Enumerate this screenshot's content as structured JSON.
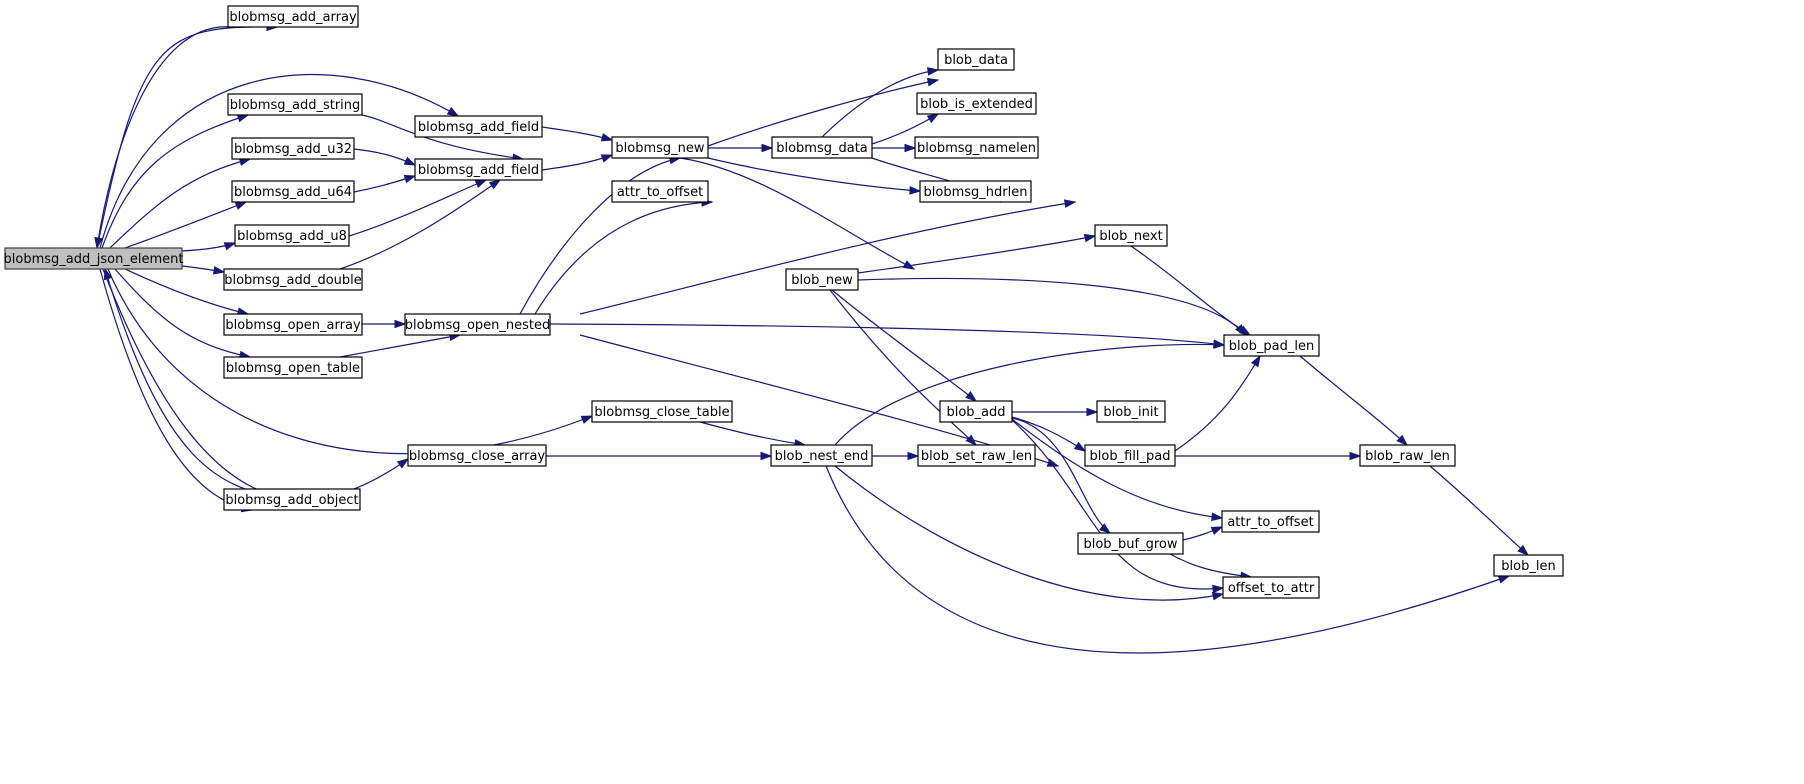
{
  "diagram": {
    "title": "",
    "nodes": [
      {
        "id": "n0",
        "label": "blobmsg_add_json_element",
        "highlighted": true
      },
      {
        "id": "n1",
        "label": "blobmsg_add_array"
      },
      {
        "id": "n2",
        "label": "blobmsg_add_string"
      },
      {
        "id": "n3",
        "label": "blobmsg_add_field"
      },
      {
        "id": "n4",
        "label": "blobmsg_add_u32"
      },
      {
        "id": "n5",
        "label": "blobmsg_add_field"
      },
      {
        "id": "n6",
        "label": "blobmsg_add_u64"
      },
      {
        "id": "n7",
        "label": "blobmsg_add_u8"
      },
      {
        "id": "n8",
        "label": "blobmsg_add_double"
      },
      {
        "id": "n9",
        "label": "blobmsg_open_array"
      },
      {
        "id": "n10",
        "label": "blobmsg_open_nested"
      },
      {
        "id": "n11",
        "label": "blobmsg_open_table"
      },
      {
        "id": "n12",
        "label": "blobmsg_close_table"
      },
      {
        "id": "n13",
        "label": "blobmsg_close_array"
      },
      {
        "id": "n14",
        "label": "blobmsg_add_object"
      },
      {
        "id": "n15",
        "label": "blobmsg_new"
      },
      {
        "id": "n16",
        "label": "attr_to_offset"
      },
      {
        "id": "n17",
        "label": "blobmsg_data"
      },
      {
        "id": "n18",
        "label": "blob_data"
      },
      {
        "id": "n19",
        "label": "blob_is_extended"
      },
      {
        "id": "n20",
        "label": "blobmsg_namelen"
      },
      {
        "id": "n21",
        "label": "blobmsg_hdrlen"
      },
      {
        "id": "n22",
        "label": "blob_new"
      },
      {
        "id": "n23",
        "label": "blob_next"
      },
      {
        "id": "n24",
        "label": "blob_pad_len"
      },
      {
        "id": "n25",
        "label": "blob_add"
      },
      {
        "id": "n26",
        "label": "blob_init"
      },
      {
        "id": "n27",
        "label": "blob_fill_pad"
      },
      {
        "id": "n28",
        "label": "blob_raw_len"
      },
      {
        "id": "n29",
        "label": "blob_nest_end"
      },
      {
        "id": "n30",
        "label": "blob_set_raw_len"
      },
      {
        "id": "n31",
        "label": "blob_buf_grow"
      },
      {
        "id": "n32",
        "label": "attr_to_offset"
      },
      {
        "id": "n33",
        "label": "offset_to_attr"
      },
      {
        "id": "n34",
        "label": "blob_len"
      }
    ],
    "edges": [
      {
        "from": "n0",
        "to": "n1"
      },
      {
        "from": "n0",
        "to": "n3"
      },
      {
        "from": "n0",
        "to": "n2"
      },
      {
        "from": "n0",
        "to": "n4"
      },
      {
        "from": "n0",
        "to": "n6"
      },
      {
        "from": "n0",
        "to": "n7"
      },
      {
        "from": "n0",
        "to": "n8"
      },
      {
        "from": "n0",
        "to": "n9"
      },
      {
        "from": "n0",
        "to": "n11"
      },
      {
        "from": "n0",
        "to": "n12"
      },
      {
        "from": "n0",
        "to": "n13"
      },
      {
        "from": "n0",
        "to": "n14"
      },
      {
        "from": "n1",
        "to": "n0"
      },
      {
        "from": "n14",
        "to": "n0"
      },
      {
        "from": "n2",
        "to": "n5"
      },
      {
        "from": "n4",
        "to": "n5"
      },
      {
        "from": "n6",
        "to": "n5"
      },
      {
        "from": "n7",
        "to": "n5"
      },
      {
        "from": "n8",
        "to": "n5"
      },
      {
        "from": "n3",
        "to": "n15"
      },
      {
        "from": "n5",
        "to": "n15"
      },
      {
        "from": "n9",
        "to": "n10"
      },
      {
        "from": "n11",
        "to": "n10"
      },
      {
        "from": "n10",
        "to": "n15"
      },
      {
        "from": "n10",
        "to": "n16"
      },
      {
        "from": "n10",
        "to": "n21"
      },
      {
        "from": "n10",
        "to": "n24"
      },
      {
        "from": "n10",
        "to": "n30"
      },
      {
        "from": "n15",
        "to": "n18"
      },
      {
        "from": "n15",
        "to": "n17"
      },
      {
        "from": "n15",
        "to": "n21"
      },
      {
        "from": "n15",
        "to": "n22"
      },
      {
        "from": "n17",
        "to": "n18"
      },
      {
        "from": "n17",
        "to": "n19"
      },
      {
        "from": "n17",
        "to": "n20"
      },
      {
        "from": "n17",
        "to": "n21"
      },
      {
        "from": "n22",
        "to": "n23"
      },
      {
        "from": "n22",
        "to": "n24"
      },
      {
        "from": "n22",
        "to": "n25"
      },
      {
        "from": "n22",
        "to": "n30"
      },
      {
        "from": "n23",
        "to": "n24"
      },
      {
        "from": "n25",
        "to": "n26"
      },
      {
        "from": "n25",
        "to": "n27"
      },
      {
        "from": "n25",
        "to": "n31"
      },
      {
        "from": "n25",
        "to": "n32"
      },
      {
        "from": "n25",
        "to": "n33"
      },
      {
        "from": "n27",
        "to": "n24"
      },
      {
        "from": "n27",
        "to": "n28"
      },
      {
        "from": "n24",
        "to": "n28"
      },
      {
        "from": "n28",
        "to": "n34"
      },
      {
        "from": "n31",
        "to": "n32"
      },
      {
        "from": "n31",
        "to": "n33"
      },
      {
        "from": "n12",
        "to": "n29"
      },
      {
        "from": "n13",
        "to": "n29"
      },
      {
        "from": "n29",
        "to": "n24"
      },
      {
        "from": "n29",
        "to": "n30"
      },
      {
        "from": "n29",
        "to": "n33"
      },
      {
        "from": "n29",
        "to": "n34"
      }
    ]
  },
  "colors": {
    "edge": "#191970",
    "node_border": "#000000",
    "node_fill": "#ffffff",
    "root_fill": "#bfbfbf"
  }
}
